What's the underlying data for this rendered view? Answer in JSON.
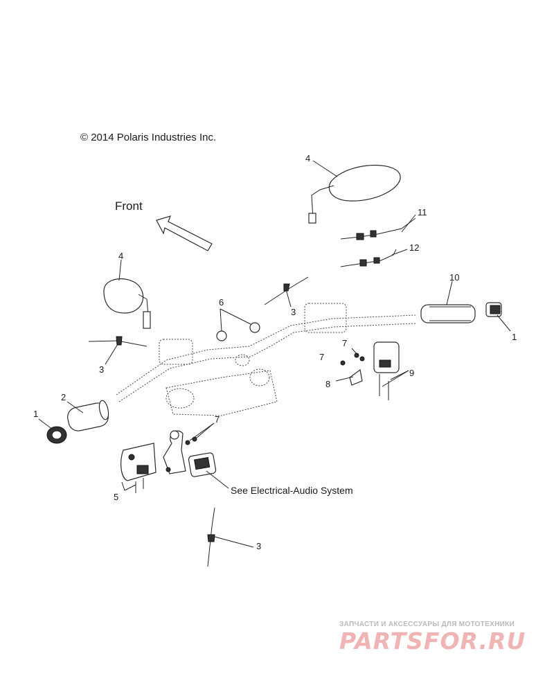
{
  "copyright": "© 2014 Polaris Industries Inc.",
  "front_label": "Front",
  "reference_note": "See Electrical-Audio System",
  "callouts": {
    "c1_left": "1",
    "c1_right": "1",
    "c2": "2",
    "c3_top": "3",
    "c3_left": "3",
    "c3_bottom": "3",
    "c4_top": "4",
    "c4_left": "4",
    "c5": "5",
    "c6": "6",
    "c7_right_a": "7",
    "c7_right_b": "7",
    "c7_bottom": "7",
    "c8": "8",
    "c9": "9",
    "c10": "10",
    "c11": "11",
    "c12": "12"
  },
  "watermark": {
    "caption": "ЗАПЧАСТИ И АКСЕССУАРЫ ДЛЯ МОТОТЕХНИКИ",
    "logo": "PARTSFOR.RU"
  },
  "colors": {
    "line": "#2a2a2a",
    "watermark_logo": "#f0b4b4",
    "watermark_caption": "#b9b9b9"
  }
}
